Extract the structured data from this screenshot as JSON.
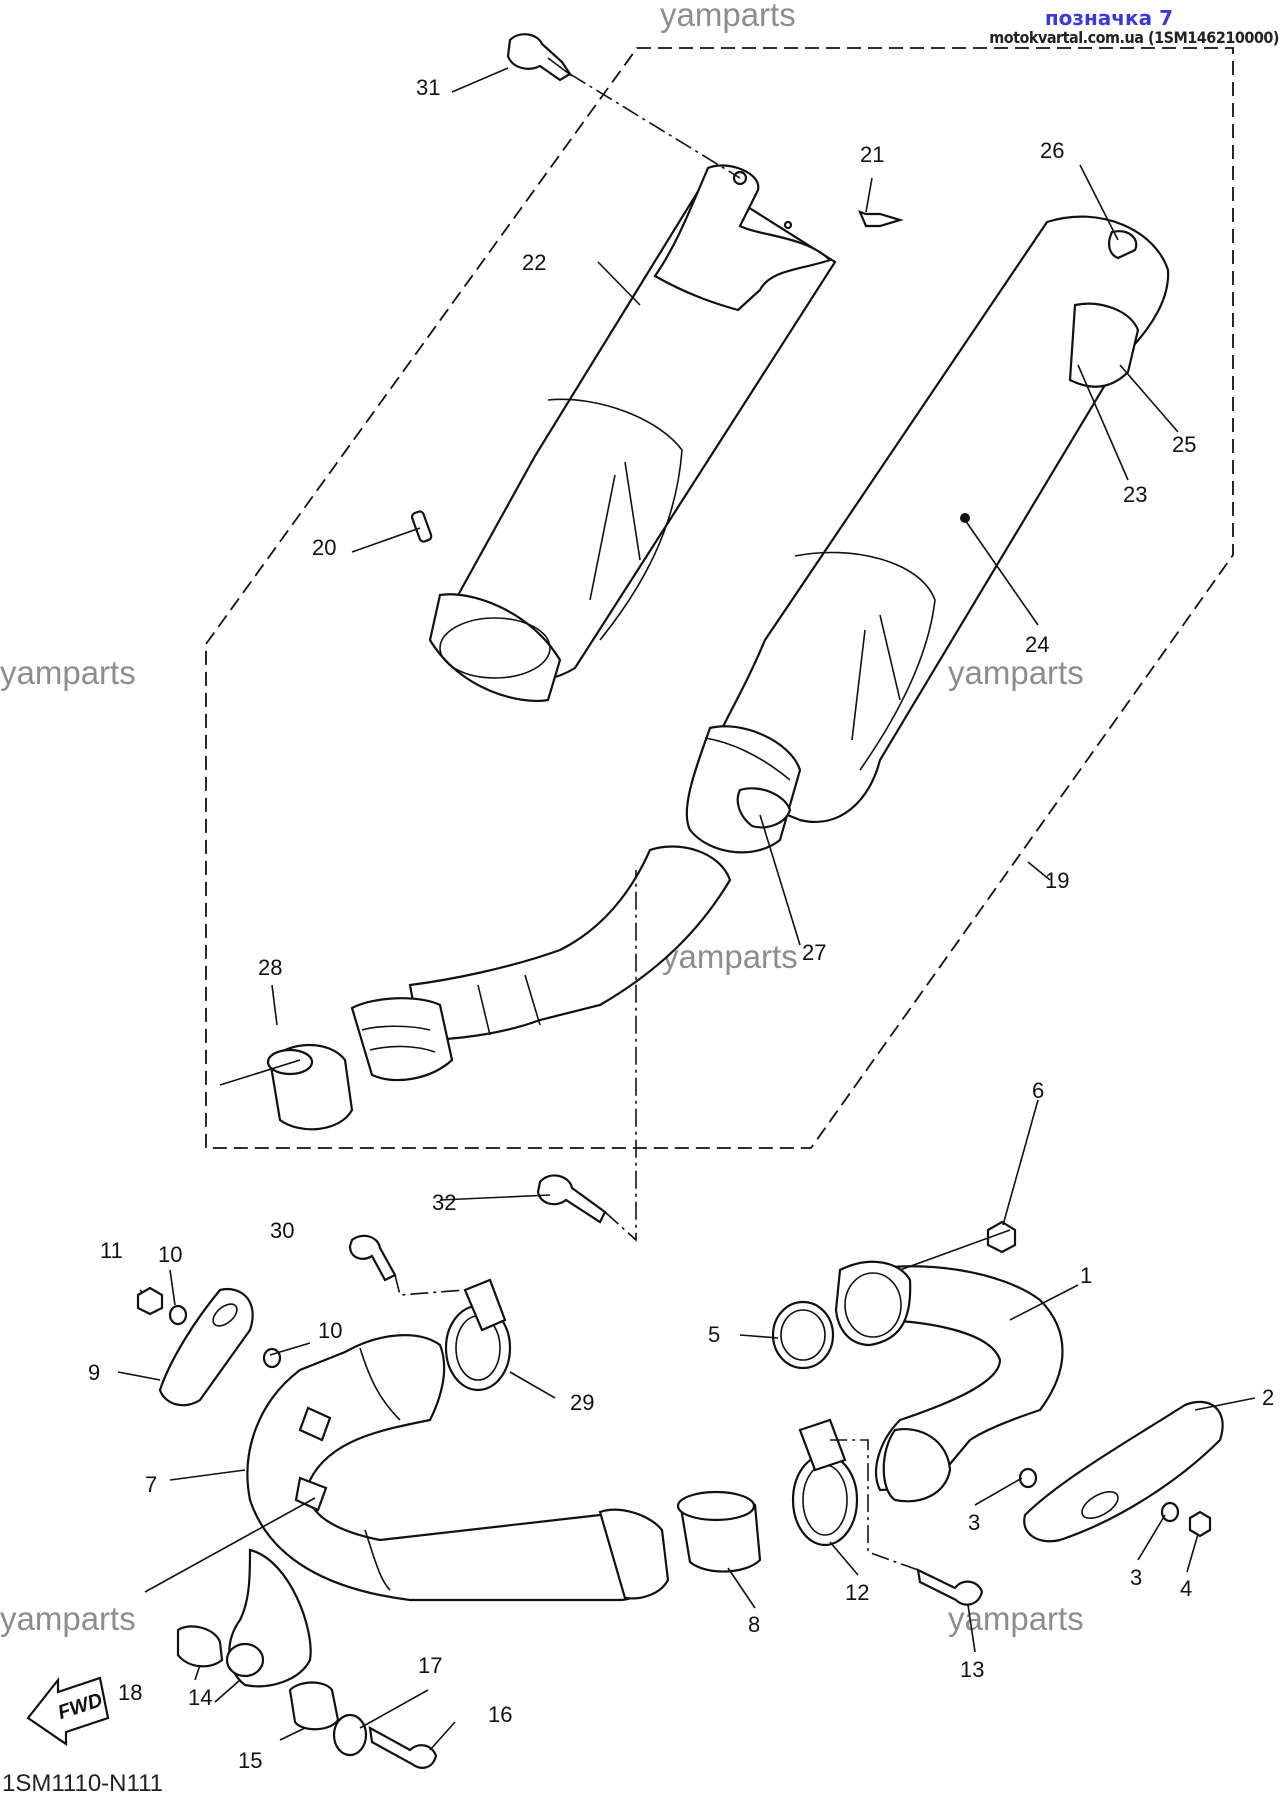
{
  "header": {
    "title": "позначка 7",
    "url": "motokvartal.com.ua (1SM146210000)"
  },
  "watermark": "yamparts",
  "diagram_code": "1SM1110-N111",
  "fwd_label": "FWD",
  "callouts": [
    "1",
    "2",
    "3",
    "3",
    "4",
    "5",
    "6",
    "7",
    "8",
    "9",
    "10",
    "10",
    "11",
    "12",
    "13",
    "14",
    "15",
    "16",
    "17",
    "18",
    "19",
    "20",
    "21",
    "22",
    "23",
    "24",
    "25",
    "26",
    "27",
    "28",
    "29",
    "30",
    "31",
    "32"
  ]
}
